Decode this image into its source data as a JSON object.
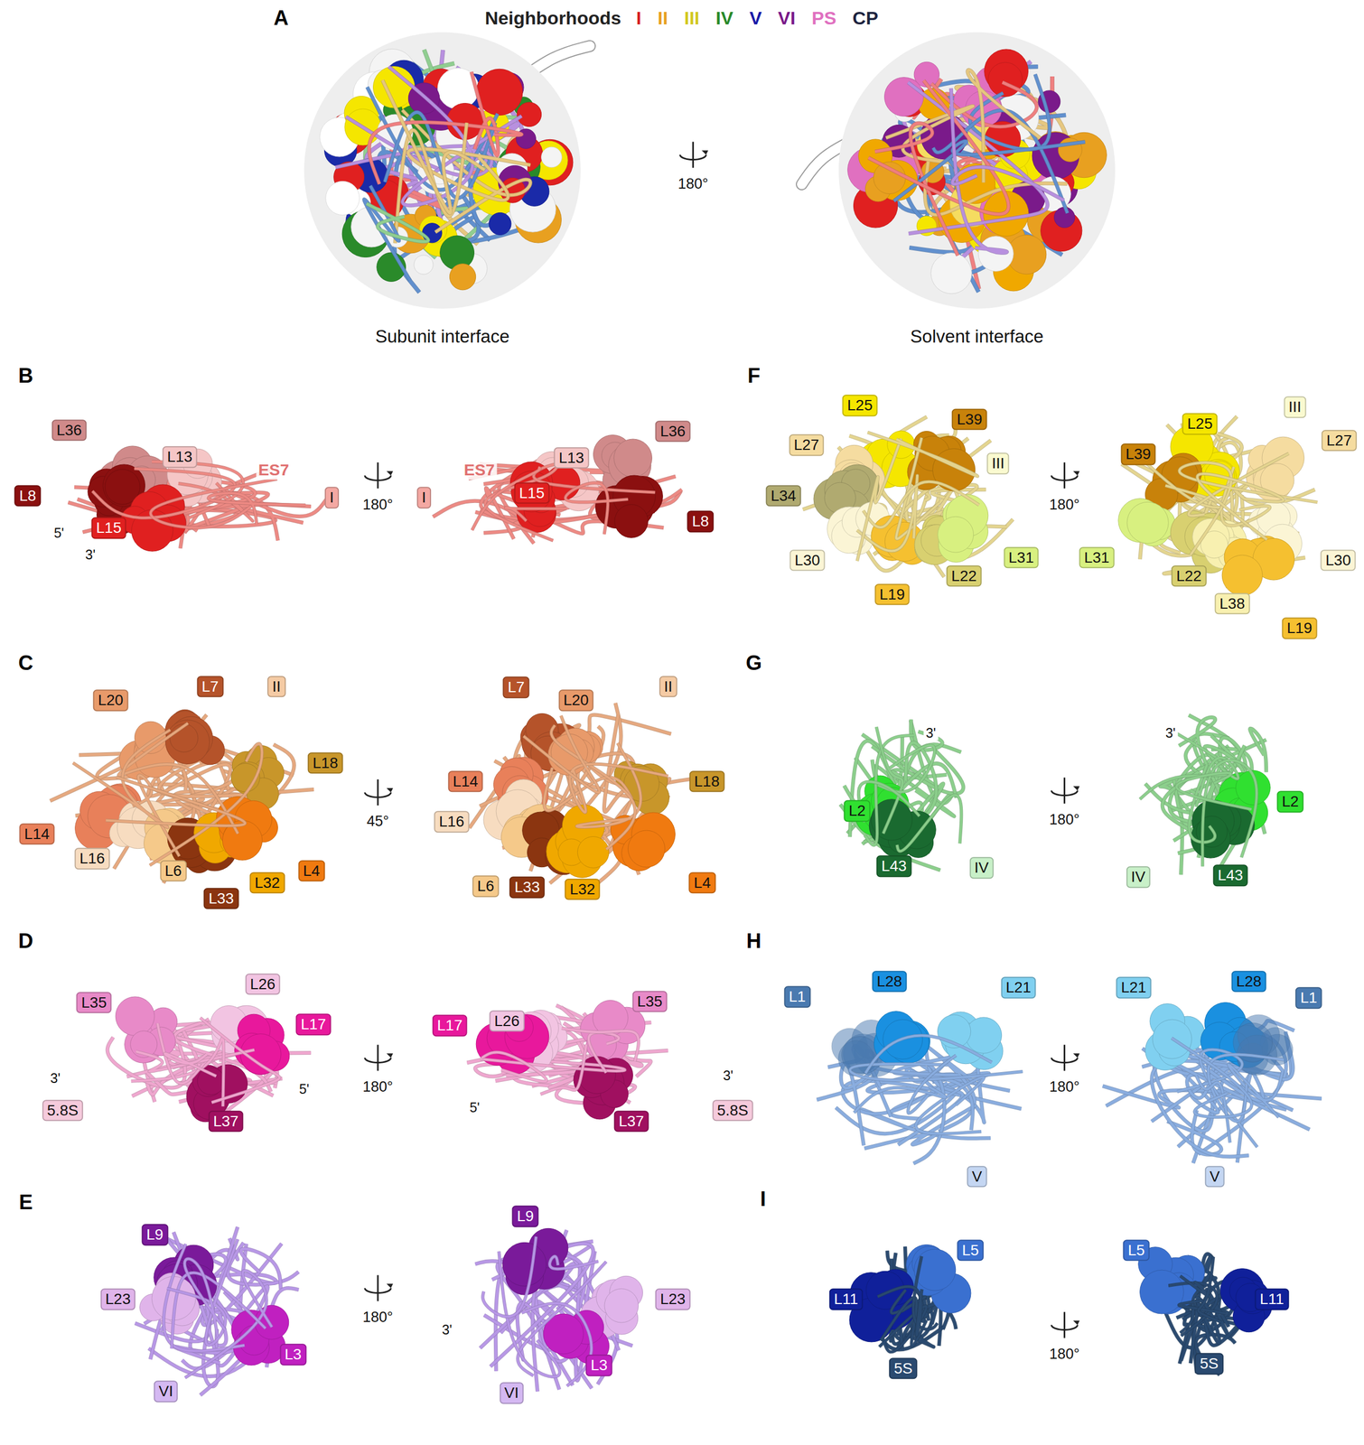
{
  "diagram": {
    "nodes": [
      {
        "text": [
          "L36"
        ]
      },
      {
        "text": [
          "L13"
        ]
      },
      {
        "text": [
          "L8"
        ]
      },
      {
        "text": [
          "L15"
        ]
      },
      {
        "text": [
          "I"
        ]
      },
      {
        "text": [
          "I"
        ]
      },
      {
        "text": [
          "L13"
        ]
      },
      {
        "text": [
          "L36"
        ]
      },
      {
        "text": [
          "L15"
        ]
      },
      {
        "text": [
          "L8"
        ]
      },
      {
        "text": [
          "L20"
        ]
      },
      {
        "text": [
          "L7"
        ]
      },
      {
        "text": [
          "II"
        ]
      },
      {
        "text": [
          "L18"
        ]
      },
      {
        "text": [
          "L14"
        ]
      },
      {
        "text": [
          "L16"
        ]
      },
      {
        "text": [
          "L6"
        ]
      },
      {
        "text": [
          "L33"
        ]
      },
      {
        "text": [
          "L32"
        ]
      },
      {
        "text": [
          "L4"
        ]
      },
      {
        "text": [
          "L7"
        ]
      },
      {
        "text": [
          "L20"
        ]
      },
      {
        "text": [
          "II"
        ]
      },
      {
        "text": [
          "L14"
        ]
      },
      {
        "text": [
          "L18"
        ]
      },
      {
        "text": [
          "L16"
        ]
      },
      {
        "text": [
          "L6"
        ]
      },
      {
        "text": [
          "L33"
        ]
      },
      {
        "text": [
          "L32"
        ]
      },
      {
        "text": [
          "L4"
        ]
      },
      {
        "text": [
          "L26"
        ]
      },
      {
        "text": [
          "L35"
        ]
      },
      {
        "text": [
          "L17"
        ]
      },
      {
        "text": [
          "5.8S"
        ]
      },
      {
        "text": [
          "L37"
        ]
      },
      {
        "text": [
          "L26"
        ]
      },
      {
        "text": [
          "L35"
        ]
      },
      {
        "text": [
          "L17"
        ]
      },
      {
        "text": [
          "5.8S"
        ]
      },
      {
        "text": [
          "L37"
        ]
      },
      {
        "text": [
          "L9"
        ]
      },
      {
        "text": [
          "L23"
        ]
      },
      {
        "text": [
          "L3"
        ]
      },
      {
        "text": [
          "VI"
        ]
      },
      {
        "text": [
          "L9"
        ]
      },
      {
        "text": [
          "L23"
        ]
      },
      {
        "text": [
          "L3"
        ]
      },
      {
        "text": [
          "VI"
        ]
      },
      {
        "text": [
          "L25"
        ]
      },
      {
        "text": [
          "L39"
        ]
      },
      {
        "text": [
          "L27"
        ]
      },
      {
        "text": [
          "III"
        ]
      },
      {
        "text": [
          "L34"
        ]
      },
      {
        "text": [
          "L30"
        ]
      },
      {
        "text": [
          "L19"
        ]
      },
      {
        "text": [
          "L22"
        ]
      },
      {
        "text": [
          "L31"
        ]
      },
      {
        "text": [
          "L25"
        ]
      },
      {
        "text": [
          "III"
        ]
      },
      {
        "text": [
          "L39"
        ]
      },
      {
        "text": [
          "L27"
        ]
      },
      {
        "text": [
          "L31"
        ]
      },
      {
        "text": [
          "L22"
        ]
      },
      {
        "text": [
          "L30"
        ]
      },
      {
        "text": [
          "L38"
        ]
      },
      {
        "text": [
          "L19"
        ]
      },
      {
        "text": [
          "L2"
        ]
      },
      {
        "text": [
          "L43"
        ]
      },
      {
        "text": [
          "IV"
        ]
      },
      {
        "text": [
          "L2"
        ]
      },
      {
        "text": [
          "L43"
        ]
      },
      {
        "text": [
          "IV"
        ]
      },
      {
        "text": [
          "L1"
        ]
      },
      {
        "text": [
          "L28"
        ]
      },
      {
        "text": [
          "L21"
        ]
      },
      {
        "text": [
          "V"
        ]
      },
      {
        "text": [
          "L21"
        ]
      },
      {
        "text": [
          "L28"
        ]
      },
      {
        "text": [
          "L1"
        ]
      },
      {
        "text": [
          "V"
        ]
      },
      {
        "text": [
          "L5"
        ]
      },
      {
        "text": [
          "L11"
        ]
      },
      {
        "text": [
          "5S"
        ]
      },
      {
        "text": [
          "L5"
        ]
      },
      {
        "text": [
          "L11"
        ]
      },
      {
        "text": [
          "5S"
        ]
      }
    ],
    "labels": [
      "A",
      "B",
      "C",
      "D",
      "E",
      "F",
      "G",
      "H",
      "I",
      "Neighborhoods",
      "Subunit interface",
      "180°",
      "Solvent interface",
      "ES7",
      "5'",
      "3'",
      "180°",
      "ES7",
      "45°",
      "3'",
      "5'",
      "180°",
      "3'",
      "5'",
      "180°",
      "3'",
      "180°",
      "3'",
      "180°",
      "3'",
      "180°",
      "180°"
    ],
    "legend": [
      {
        "text": "I",
        "color": "#d62020"
      },
      {
        "text": "II",
        "color": "#e8a020"
      },
      {
        "text": "III",
        "color": "#d2c820"
      },
      {
        "text": "IV",
        "color": "#2a8a2a"
      },
      {
        "text": "V",
        "color": "#1a1aa8"
      },
      {
        "text": "VI",
        "color": "#7a1a8a"
      },
      {
        "text": "PS",
        "color": "#e070c0"
      },
      {
        "text": "CP",
        "color": "#1e2440"
      }
    ]
  }
}
